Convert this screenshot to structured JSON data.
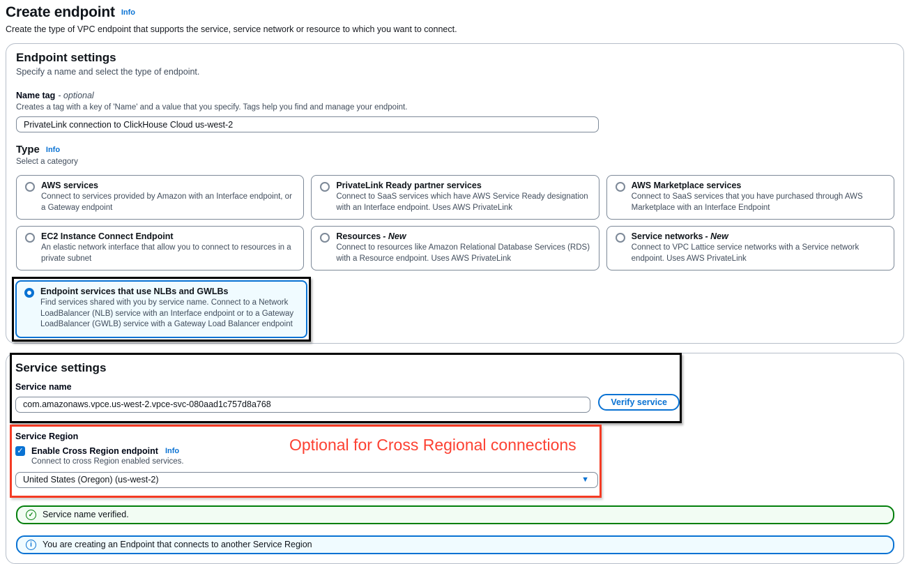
{
  "header": {
    "title": "Create endpoint",
    "info_link": "Info",
    "subtitle": "Create the type of VPC endpoint that supports the service, service network or resource to which you want to connect."
  },
  "endpoint_settings": {
    "heading": "Endpoint settings",
    "description": "Specify a name and select the type of endpoint.",
    "name_tag": {
      "label": "Name tag",
      "optional": "- optional",
      "hint": "Creates a tag with a key of 'Name' and a value that you specify. Tags help you find and manage your endpoint.",
      "value": "PrivateLink connection to ClickHouse Cloud us-west-2"
    },
    "type": {
      "label": "Type",
      "info_link": "Info",
      "hint": "Select a category",
      "options": [
        {
          "title": "AWS services",
          "description": "Connect to services provided by Amazon with an Interface endpoint, or a Gateway endpoint",
          "selected": false
        },
        {
          "title": "PrivateLink Ready partner services",
          "description": "Connect to SaaS services which have AWS Service Ready designation with an Interface endpoint. Uses AWS PrivateLink",
          "selected": false
        },
        {
          "title": "AWS Marketplace services",
          "description": "Connect to SaaS services that you have purchased through AWS Marketplace with an Interface Endpoint",
          "selected": false
        },
        {
          "title": "EC2 Instance Connect Endpoint",
          "description": "An elastic network interface that allow you to connect to resources in a private subnet",
          "selected": false
        },
        {
          "title": "Resources",
          "suffix": "- New",
          "description": "Connect to resources like Amazon Relational Database Services (RDS) with a Resource endpoint. Uses AWS PrivateLink",
          "selected": false
        },
        {
          "title": "Service networks",
          "suffix": "- New",
          "description": "Connect to VPC Lattice service networks with a Service network endpoint. Uses AWS PrivateLink",
          "selected": false
        },
        {
          "title": "Endpoint services that use NLBs and GWLBs",
          "description": "Find services shared with you by service name. Connect to a Network LoadBalancer (NLB) service with an Interface endpoint or to a Gateway LoadBalancer (GWLB) service with a Gateway Load Balancer endpoint",
          "selected": true
        }
      ]
    }
  },
  "service_settings": {
    "heading": "Service settings",
    "service_name_label": "Service name",
    "service_name_value": "com.amazonaws.vpce.us-west-2.vpce-svc-080aad1c757d8a768",
    "verify_button": "Verify service",
    "service_region": {
      "label": "Service Region",
      "checkbox_label": "Enable Cross Region endpoint",
      "info_link": "Info",
      "checkbox_checked": true,
      "checkbox_glyph": "✓",
      "hint": "Connect to cross Region enabled services.",
      "selected_region": "United States (Oregon) (us-west-2)",
      "caret_glyph": "▼"
    },
    "alerts": {
      "success": "Service name verified.",
      "success_icon_glyph": "✓",
      "info": "You are creating an Endpoint that connects to another Service Region",
      "info_icon_glyph": "i"
    }
  },
  "annotations": {
    "cross_region_note": "Optional for Cross Regional connections"
  },
  "colors": {
    "link_blue": "#0972d3",
    "selected_card_bg": "#f0fbff",
    "selected_card_border": "#0972d3",
    "success_border": "#037f0c",
    "success_bg": "#f2fcf3",
    "info_border": "#0972d3",
    "info_bg": "#f0fbff",
    "annotation_red": "#f43b24",
    "annotation_black": "#000000"
  }
}
